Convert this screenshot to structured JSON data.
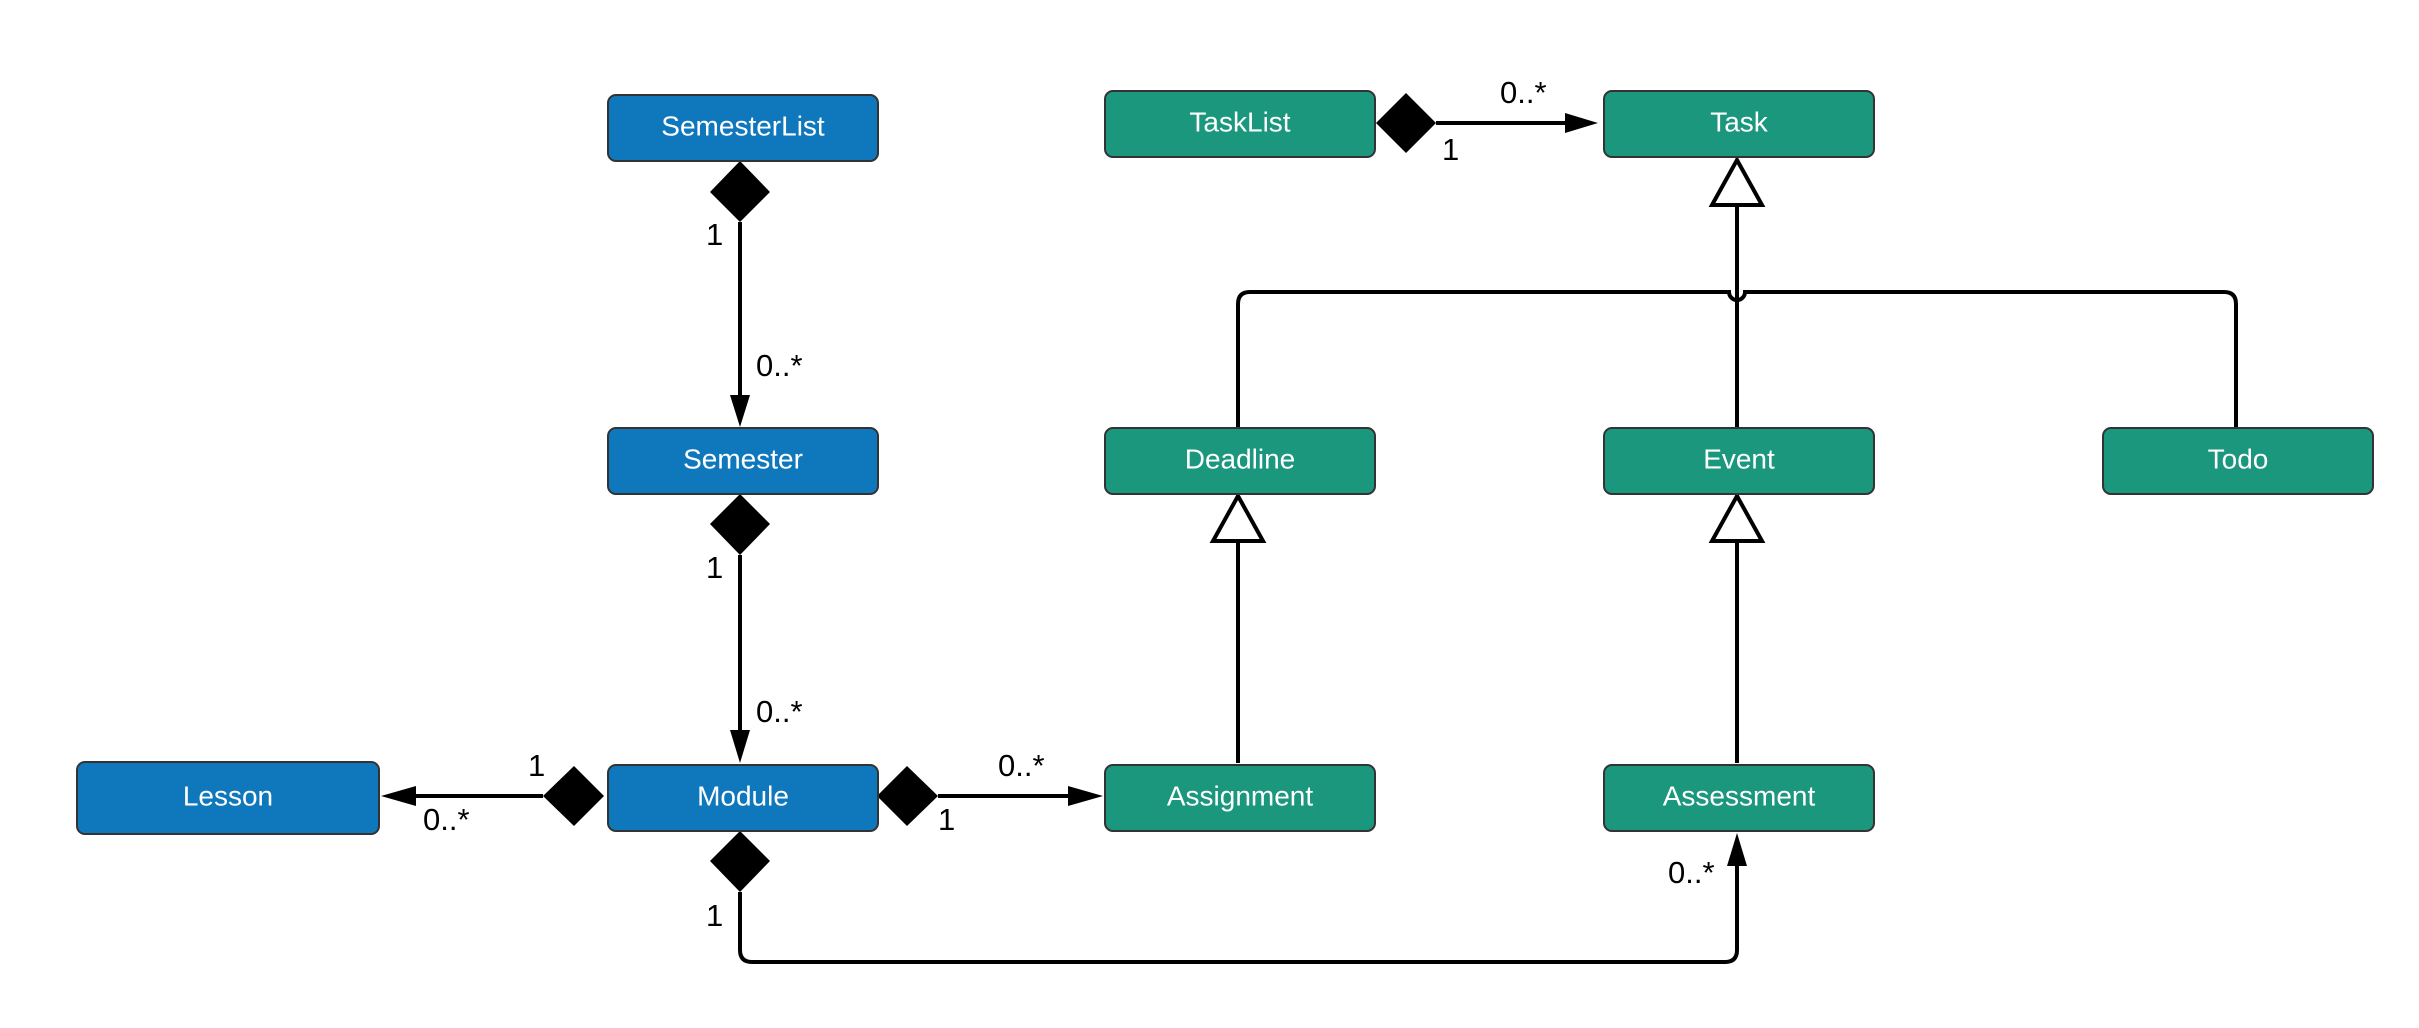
{
  "colors": {
    "blue": "#0f78bd",
    "green": "#1a977d",
    "line": "#000000"
  },
  "classes": {
    "semesterlist": "SemesterList",
    "semester": "Semester",
    "module": "Module",
    "lesson": "Lesson",
    "tasklist": "TaskList",
    "task": "Task",
    "deadline": "Deadline",
    "event": "Event",
    "todo": "Todo",
    "assignment": "Assignment",
    "assessment": "Assessment"
  },
  "relationships": [
    {
      "from": "SemesterList",
      "to": "Semester",
      "kind": "composition",
      "source_multiplicity": "1",
      "target_multiplicity": "0..*"
    },
    {
      "from": "Semester",
      "to": "Module",
      "kind": "composition",
      "source_multiplicity": "1",
      "target_multiplicity": "0..*"
    },
    {
      "from": "Module",
      "to": "Lesson",
      "kind": "composition",
      "source_multiplicity": "1",
      "target_multiplicity": "0..*"
    },
    {
      "from": "Module",
      "to": "Assignment",
      "kind": "composition",
      "source_multiplicity": "1",
      "target_multiplicity": "0..*"
    },
    {
      "from": "Module",
      "to": "Assessment",
      "kind": "composition",
      "source_multiplicity": "1",
      "target_multiplicity": "0..*"
    },
    {
      "from": "TaskList",
      "to": "Task",
      "kind": "composition",
      "source_multiplicity": "1",
      "target_multiplicity": "0..*"
    },
    {
      "from": "Deadline",
      "to": "Task",
      "kind": "generalization"
    },
    {
      "from": "Event",
      "to": "Task",
      "kind": "generalization"
    },
    {
      "from": "Todo",
      "to": "Task",
      "kind": "generalization"
    },
    {
      "from": "Assignment",
      "to": "Deadline",
      "kind": "generalization"
    },
    {
      "from": "Assessment",
      "to": "Event",
      "kind": "generalization"
    }
  ],
  "labels": {
    "one": "1",
    "many": "0..*"
  }
}
